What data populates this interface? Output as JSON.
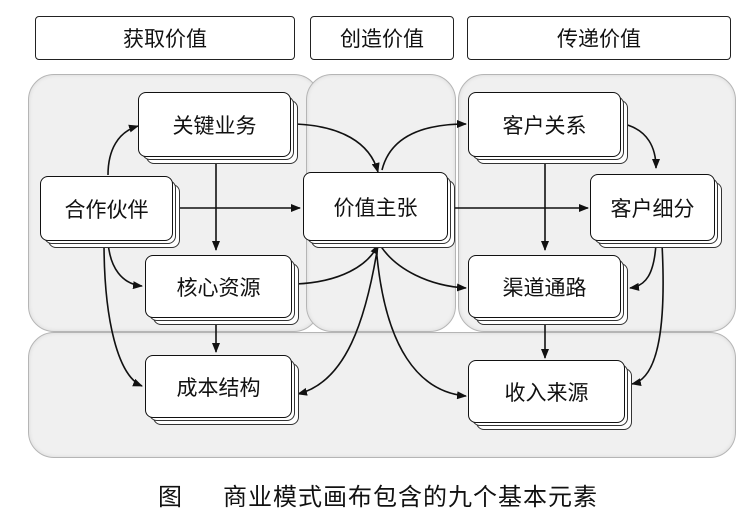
{
  "headers": {
    "capture": "获取价值",
    "create": "创造价值",
    "deliver": "传递价值"
  },
  "nodes": {
    "key_activities": "关键业务",
    "key_partners": "合作伙伴",
    "key_resources": "核心资源",
    "cost_structure": "成本结构",
    "value_proposition": "价值主张",
    "customer_relationships": "客户关系",
    "customer_segments": "客户细分",
    "channels": "渠道通路",
    "revenue_streams": "收入来源"
  },
  "caption": {
    "figure_label": "图",
    "text": "商业模式画布包含的九个基本元素"
  }
}
